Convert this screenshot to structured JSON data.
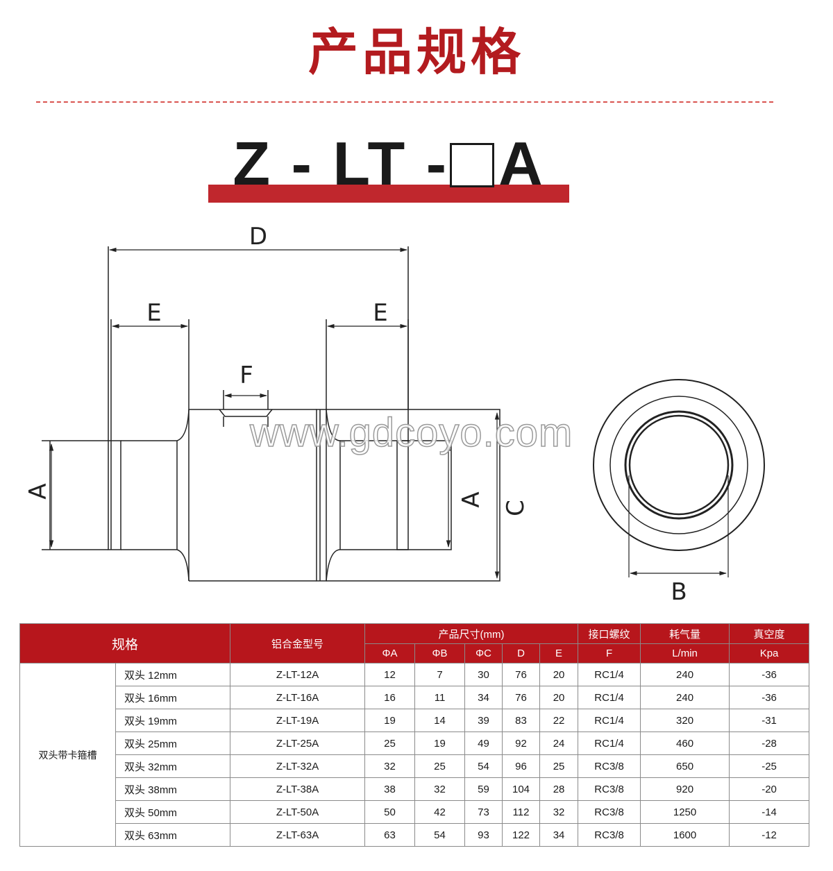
{
  "page": {
    "title": "产品规格",
    "model_prefix": "Z - LT - ",
    "model_suffix": "A",
    "watermark": "www.gdcoyo.com"
  },
  "drawing": {
    "labels": {
      "D": "D",
      "E_left": "E",
      "E_right": "E",
      "F": "F",
      "A_left": "A",
      "A_right": "A",
      "C": "C",
      "B": "B"
    }
  },
  "table": {
    "headers": {
      "spec": "规格",
      "alloy_model": "铝合金型号",
      "dimensions": "产品尺寸(mm)",
      "port_thread": "接口螺纹",
      "air_consumption": "耗气量",
      "vacuum": "真空度",
      "sub": [
        "ΦA",
        "ΦB",
        "ΦC",
        "D",
        "E",
        "F",
        "L/min",
        "Kpa"
      ]
    },
    "group_label": "双头带卡箍槽",
    "rows": [
      {
        "size": "双头 12mm",
        "model": "Z-LT-12A",
        "A": "12",
        "B": "7",
        "C": "30",
        "D": "76",
        "E": "20",
        "F": "RC1/4",
        "flow": "240",
        "vac": "-36"
      },
      {
        "size": "双头 16mm",
        "model": "Z-LT-16A",
        "A": "16",
        "B": "11",
        "C": "34",
        "D": "76",
        "E": "20",
        "F": "RC1/4",
        "flow": "240",
        "vac": "-36"
      },
      {
        "size": "双头 19mm",
        "model": "Z-LT-19A",
        "A": "19",
        "B": "14",
        "C": "39",
        "D": "83",
        "E": "22",
        "F": "RC1/4",
        "flow": "320",
        "vac": "-31"
      },
      {
        "size": "双头 25mm",
        "model": "Z-LT-25A",
        "A": "25",
        "B": "19",
        "C": "49",
        "D": "92",
        "E": "24",
        "F": "RC1/4",
        "flow": "460",
        "vac": "-28"
      },
      {
        "size": "双头 32mm",
        "model": "Z-LT-32A",
        "A": "32",
        "B": "25",
        "C": "54",
        "D": "96",
        "E": "25",
        "F": "RC3/8",
        "flow": "650",
        "vac": "-25"
      },
      {
        "size": "双头 38mm",
        "model": "Z-LT-38A",
        "A": "38",
        "B": "32",
        "C": "59",
        "D": "104",
        "E": "28",
        "F": "RC3/8",
        "flow": "920",
        "vac": "-20"
      },
      {
        "size": "双头 50mm",
        "model": "Z-LT-50A",
        "A": "50",
        "B": "42",
        "C": "73",
        "D": "112",
        "E": "32",
        "F": "RC3/8",
        "flow": "1250",
        "vac": "-14"
      },
      {
        "size": "双头 63mm",
        "model": "Z-LT-63A",
        "A": "63",
        "B": "54",
        "C": "93",
        "D": "122",
        "E": "34",
        "F": "RC3/8",
        "flow": "1600",
        "vac": "-12"
      }
    ]
  },
  "colors": {
    "accent_red": "#b7161c",
    "title_red": "#b31b1f"
  }
}
